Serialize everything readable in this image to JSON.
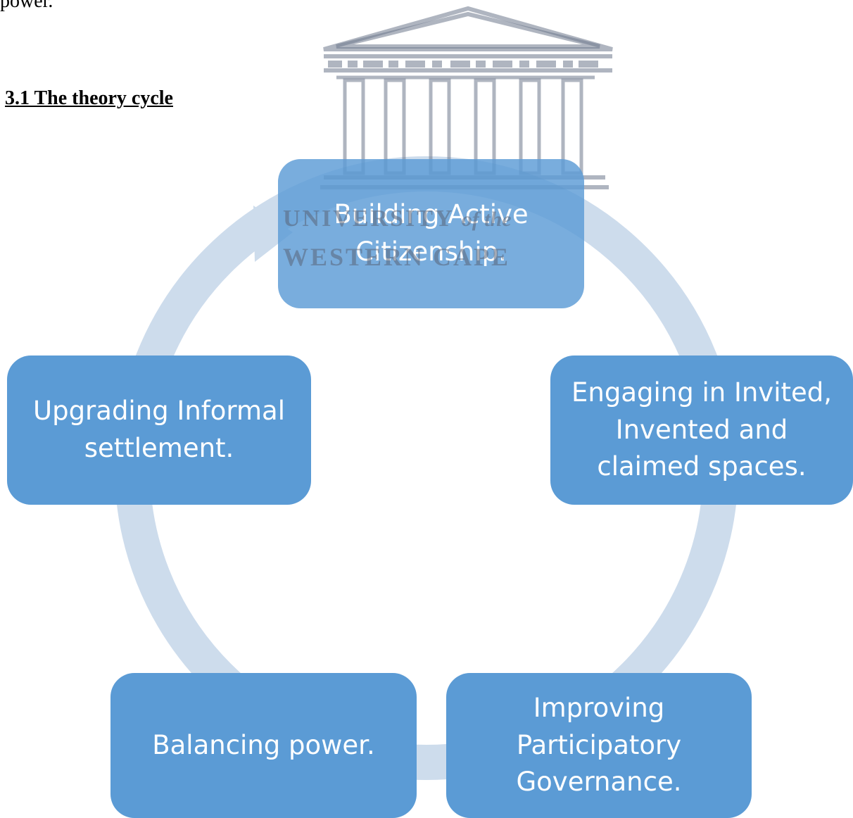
{
  "page": {
    "top_fragment": "power.",
    "section_heading": "3.1 The theory cycle"
  },
  "watermark": {
    "line1_main": "UNIVERSITY",
    "line1_suffix": "of the",
    "line2": "WESTERN CAPE"
  },
  "colors": {
    "node_fill": "#5b9bd5",
    "cycle_arrow": "#cddcec",
    "node_text": "#ffffff"
  },
  "cycle": {
    "nodes": [
      {
        "id": "building-active-citizenship",
        "line1": "Building Active",
        "line2": "Citizenship."
      },
      {
        "id": "engaging-spaces",
        "line1": "Engaging in Invited,",
        "line2": "Invented and",
        "line3": "claimed spaces."
      },
      {
        "id": "improving-governance",
        "line1": "Improving",
        "line2": "Participatory",
        "line3": "Governance."
      },
      {
        "id": "balancing-power",
        "line1": "Balancing power."
      },
      {
        "id": "upgrading-settlement",
        "line1": "Upgrading Informal",
        "line2": "settlement."
      }
    ]
  }
}
